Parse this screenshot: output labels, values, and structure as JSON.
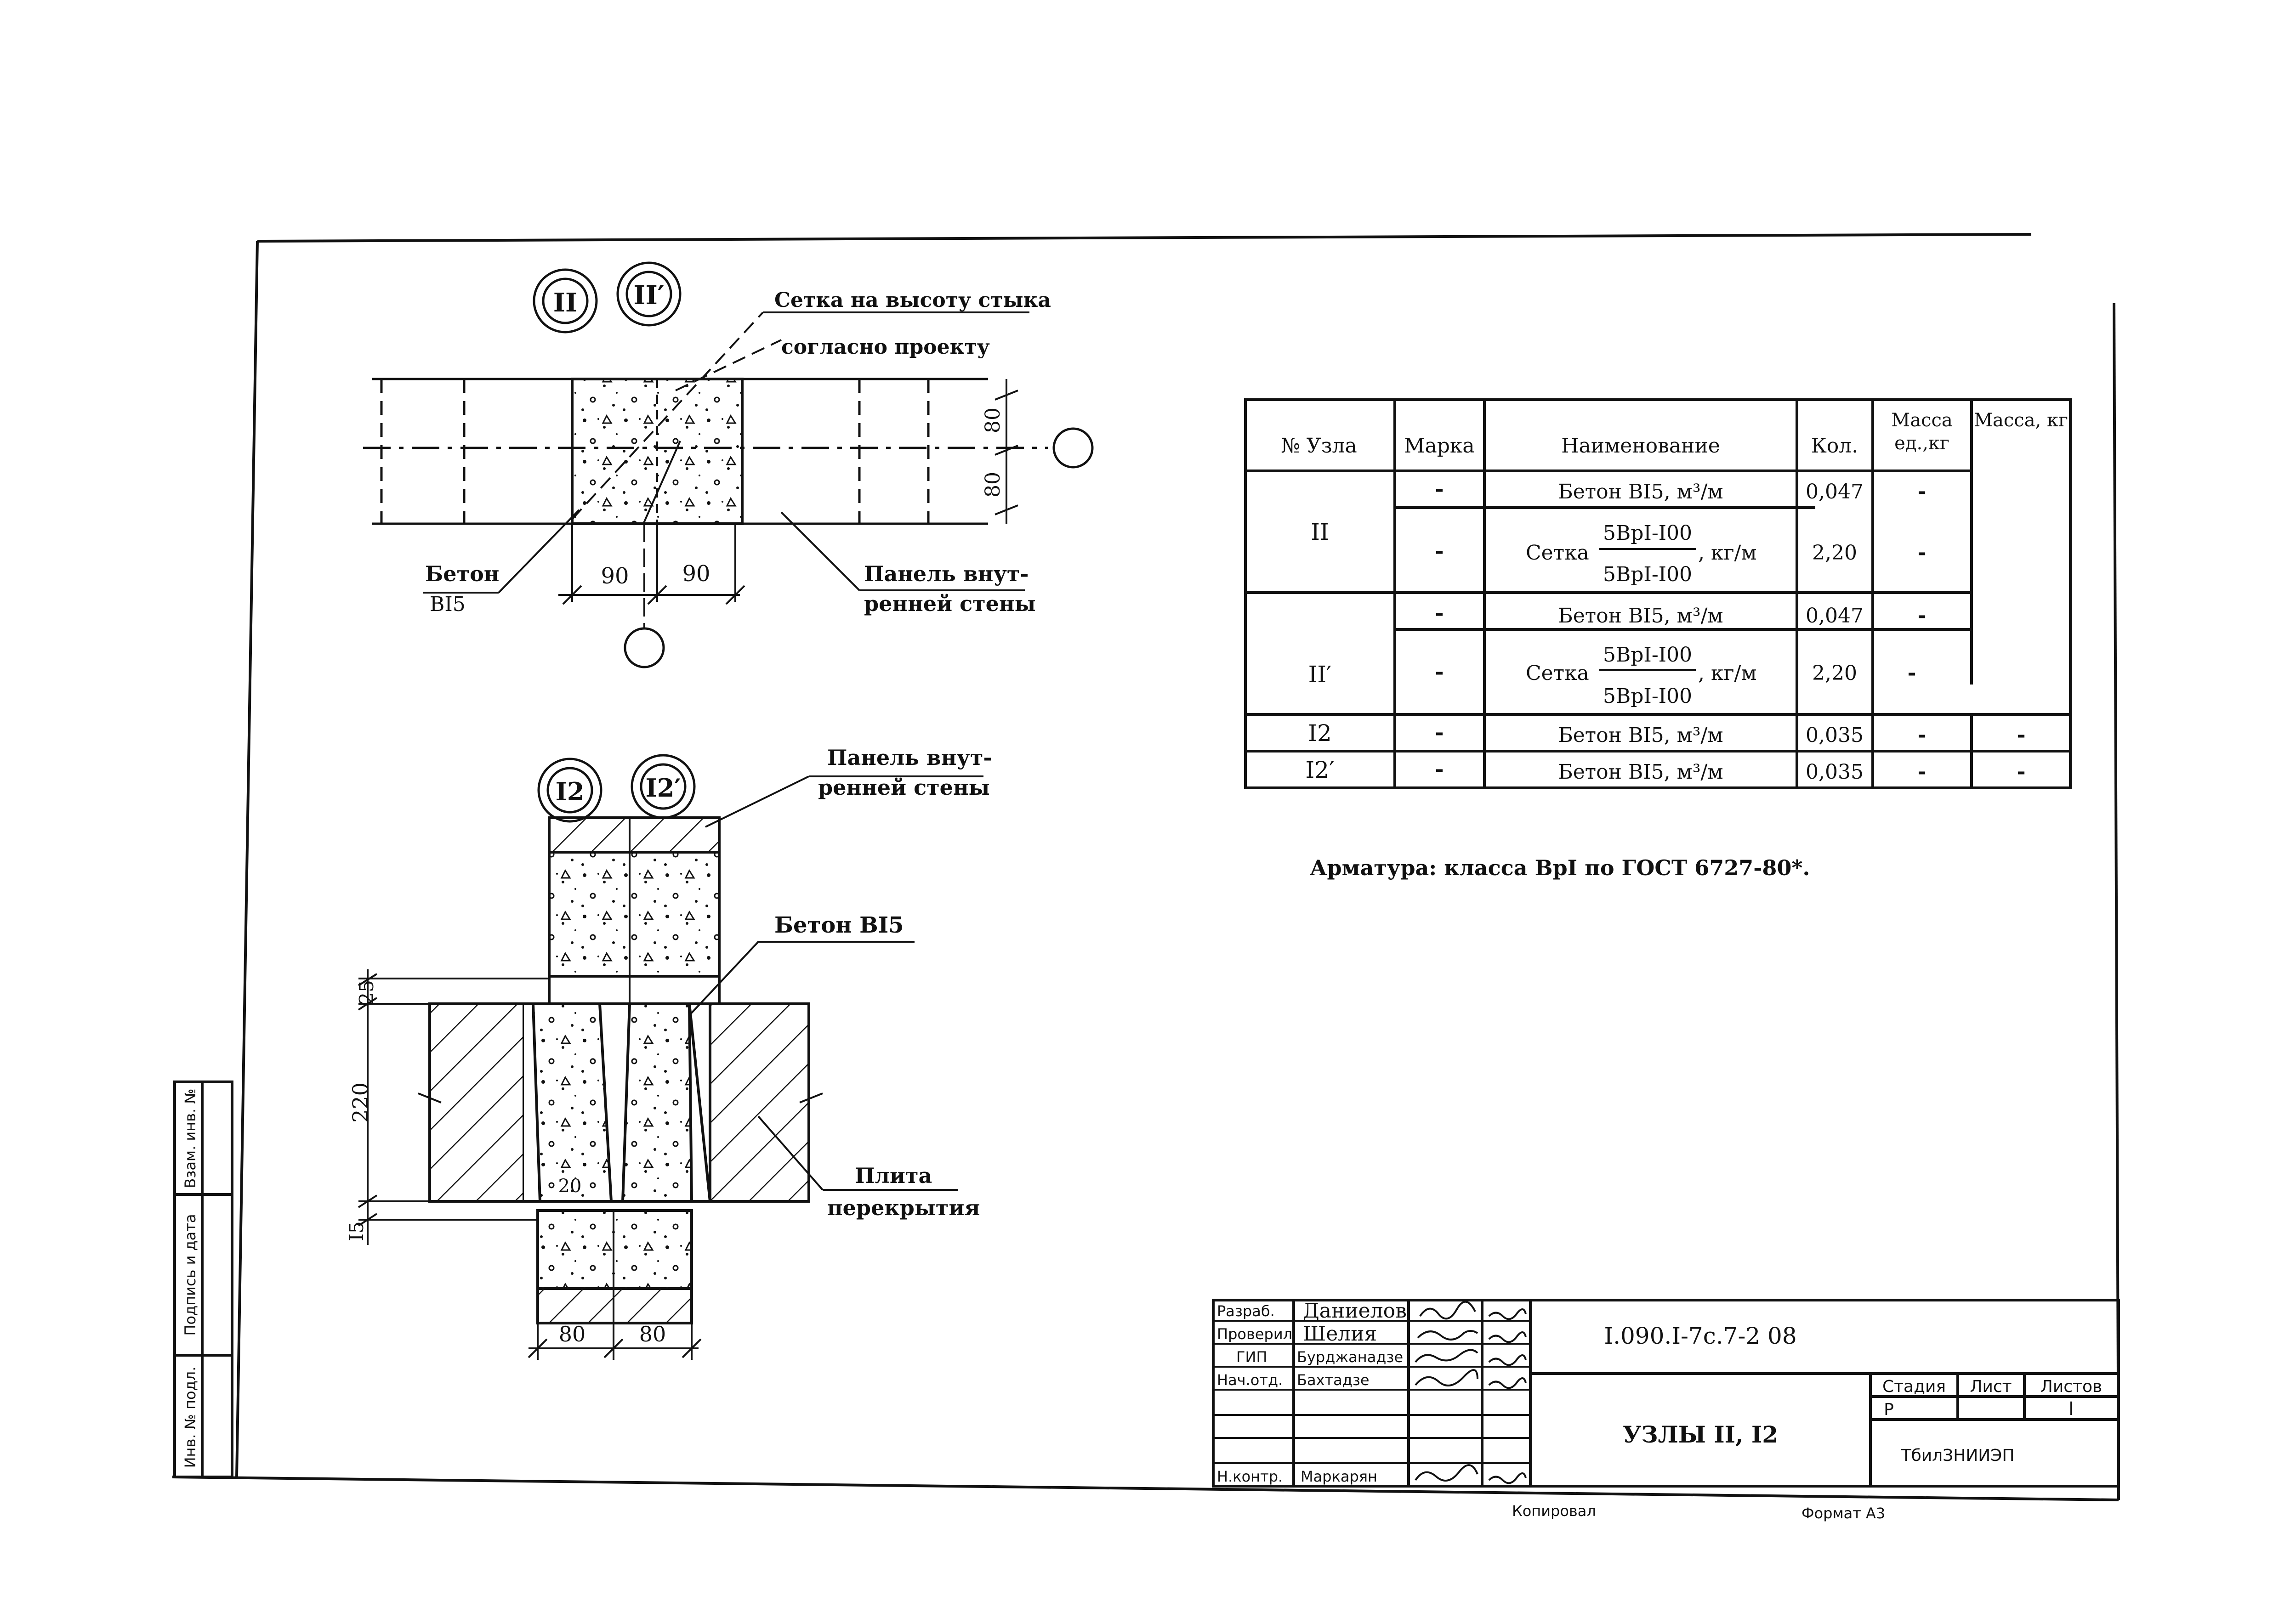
{
  "detail_top": {
    "node_labels": [
      "II",
      "II′"
    ],
    "mesh_note_line1": "Сетка на высоту стыка",
    "mesh_note_line2": "согласно проекту",
    "dim_width_left": "90",
    "dim_width_right": "90",
    "dim_thickness": "80",
    "dim_thickness_top": "80",
    "concrete_label": "Бетон",
    "concrete_class": "BI5",
    "panel_label_line1": "Панель внут-",
    "panel_label_line2": "ренней стены"
  },
  "detail_bottom": {
    "node_labels": [
      "I2",
      "I2′"
    ],
    "panel_label_line1": "Панель внут-",
    "panel_label_line2": "ренней стены",
    "concrete_label": "Бетон BI5",
    "slab_label_line1": "Плита",
    "slab_label_line2": "перекрытия",
    "dim_25": "25",
    "dim_220": "220",
    "dim_15": "I5",
    "dim_width_left": "80",
    "dim_width_right": "80",
    "gap_label": "20"
  },
  "spec_table": {
    "headers": [
      "№ Узла",
      "Марка",
      "Наименование",
      "Кол.",
      "Масса ед.,кг",
      "Масса, кг"
    ],
    "groups": [
      {
        "node": "II",
        "rows": [
          {
            "mark": "-",
            "name": "Бетон BI5, м³/м",
            "qty": "0,047",
            "unit_mass": "-"
          },
          {
            "mark": "-",
            "name_prefix": "Сетка",
            "name_num": "5BpI-I00",
            "name_den": "5BpI-I00",
            "name_suffix": ", кг/м",
            "qty": "2,20",
            "unit_mass": "-"
          }
        ]
      },
      {
        "node": "II′",
        "rows": [
          {
            "mark": "-",
            "name": "Бетон BI5, м³/м",
            "qty": "0,047",
            "unit_mass": "-"
          },
          {
            "mark": "-",
            "name_prefix": "Сетка",
            "name_num": "5BpI-I00",
            "name_den": "5BpI-I00",
            "name_suffix": ", кг/м",
            "qty": "2,20",
            "unit_mass": "-"
          }
        ]
      },
      {
        "node": "I2",
        "rows": [
          {
            "mark": "-",
            "name": "Бетон BI5, м³/м",
            "qty": "0,035",
            "unit_mass": "-",
            "mass": "-"
          }
        ]
      },
      {
        "node": "I2′",
        "rows": [
          {
            "mark": "-",
            "name": "Бетон BI5, м³/м",
            "qty": "0,035",
            "unit_mass": "-",
            "mass": "-"
          }
        ]
      }
    ]
  },
  "note": "Арматура: класса ВрI по ГОСТ 6727-80*.",
  "title_block": {
    "roles": [
      "Разраб.",
      "Проверил",
      "ГИП",
      "Нач.отд.",
      "",
      "",
      "Н.контр."
    ],
    "names": [
      "Даниелов",
      "Шелия",
      "Бурджанадзе",
      "Бахтадзе",
      "",
      "",
      "Маркарян"
    ],
    "doc_code": "I.090.I-7с.7-2 08",
    "sheet_title": "УЗЛЫ II, I2",
    "stage_header": "Стадия",
    "sheet_header": "Лист",
    "sheets_header": "Листов",
    "stage": "Р",
    "sheet": "",
    "sheets": "I",
    "org": "ТбилЗНИИЭП"
  },
  "side_stamp": [
    "Инв. № подл.",
    "Подпись и дата",
    "Взам. инв. №"
  ],
  "footer": {
    "copied": "Копировал",
    "format": "Формат А3"
  }
}
